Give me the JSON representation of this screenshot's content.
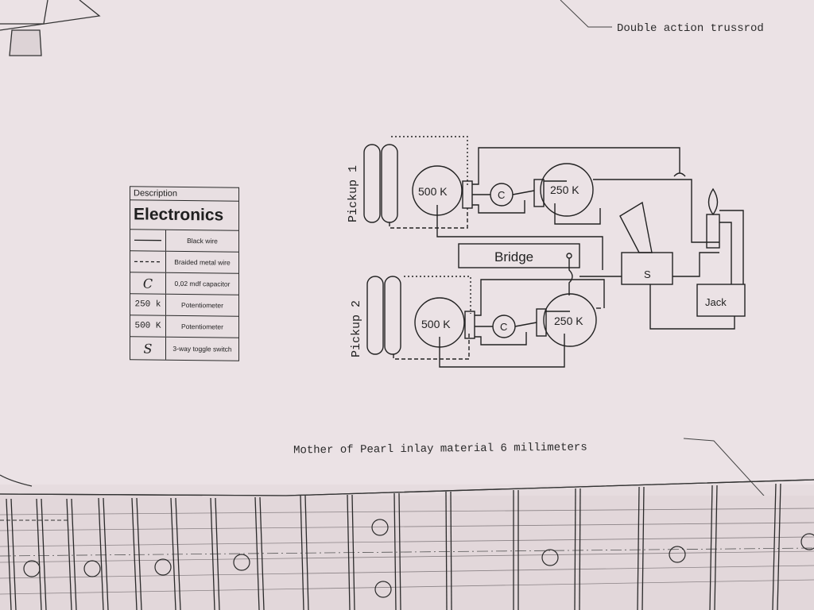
{
  "annotations": {
    "trussrod": "Double action trussrod",
    "inlay": "Mother of Pearl inlay material 6 millimeters"
  },
  "legend": {
    "header": "Description",
    "title": "Electronics",
    "rows": [
      {
        "symbol": "",
        "label": "Black wire"
      },
      {
        "symbol": "",
        "label": "Braided metal wire"
      },
      {
        "symbol": "C",
        "label": "0,02 mdf capacitor"
      },
      {
        "symbol": "250 k",
        "label": "Potentiometer"
      },
      {
        "symbol": "500 K",
        "label": "Potentiometer"
      },
      {
        "symbol": "S",
        "label": "3-way toggle switch"
      }
    ]
  },
  "schematic": {
    "pickup1": "Pickup 1",
    "pickup2": "Pickup 2",
    "pot500": "500 K",
    "pot250": "250 K",
    "cap": "C",
    "bridge": "Bridge",
    "switch": "S",
    "jack": "Jack"
  },
  "colors": {
    "paper": "#e6dcdf",
    "ink": "#2a2a2a"
  }
}
